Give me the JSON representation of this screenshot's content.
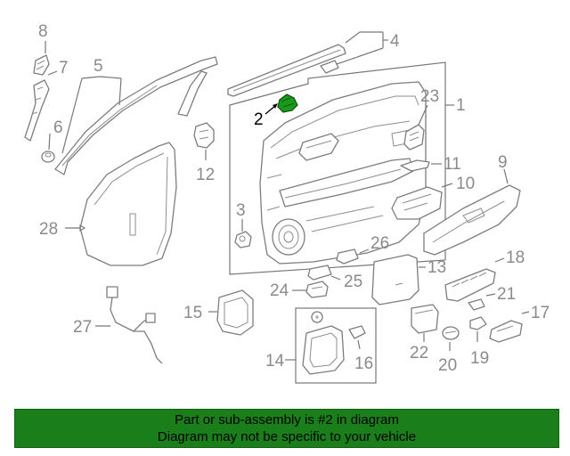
{
  "labels": {
    "l1": "1",
    "l2": "2",
    "l3": "3",
    "l4": "4",
    "l5": "5",
    "l6": "6",
    "l7": "7",
    "l8": "8",
    "l9": "9",
    "l10": "10",
    "l11": "11",
    "l12": "12",
    "l13": "13",
    "l14": "14",
    "l15": "15",
    "l16": "16",
    "l17": "17",
    "l18": "18",
    "l19": "19",
    "l20": "20",
    "l21": "21",
    "l22": "22",
    "l23": "23",
    "l24": "24",
    "l25": "25",
    "l26": "26",
    "l27": "27",
    "l28": "28"
  },
  "highlighted_part": "2",
  "colors": {
    "highlight": "#1a9a1a",
    "banner": "#1a7f1a",
    "line": "#7d7d7d",
    "label": "#8a8a8a"
  },
  "footer": {
    "line1": "Part or sub-assembly is #2 in diagram",
    "line2": "Diagram may not be specific to your vehicle"
  }
}
